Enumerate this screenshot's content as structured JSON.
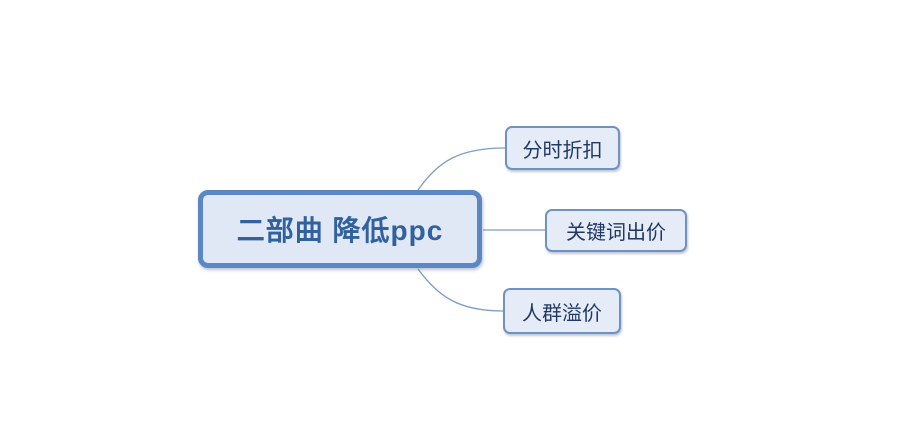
{
  "mindmap": {
    "root": {
      "label": "二部曲 降低ppc"
    },
    "children": [
      {
        "label": "分时折扣"
      },
      {
        "label": "关键词出价"
      },
      {
        "label": "人群溢价"
      }
    ],
    "colors": {
      "canvas_background": "#ffffff",
      "root_border": "#5b87c5",
      "root_fill": "#dfe8f4",
      "root_text": "#31619e",
      "child_border": "#6f92c3",
      "child_fill": "#e5ecf7",
      "child_text": "#203864",
      "connector": "#7d9cc7"
    }
  }
}
